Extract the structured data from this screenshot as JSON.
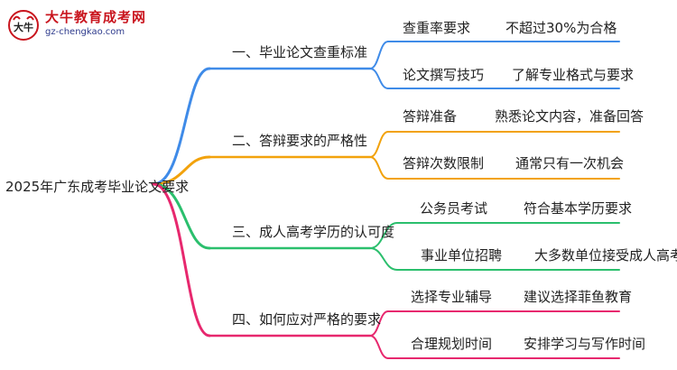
{
  "logo": {
    "name": "大牛教育成考网",
    "url": "gz-chengkao.com",
    "mark_text": "大牛"
  },
  "root": {
    "label": "2025年广东成考毕业论文要求"
  },
  "branches": [
    {
      "label": "一、毕业论文查重标准",
      "color": "#3f8be8",
      "children": [
        {
          "label": "查重率要求",
          "detail": "不超过30%为合格"
        },
        {
          "label": "论文撰写技巧",
          "detail": "了解专业格式与要求"
        }
      ]
    },
    {
      "label": "二、答辩要求的严格性",
      "color": "#f2a20c",
      "children": [
        {
          "label": "答辩准备",
          "detail": "熟悉论文内容，准备回答"
        },
        {
          "label": "答辩次数限制",
          "detail": "通常只有一次机会"
        }
      ]
    },
    {
      "label": "三、成人高考学历的认可度",
      "color": "#2bbf6d",
      "children": [
        {
          "label": "公务员考试",
          "detail": "符合基本学历要求"
        },
        {
          "label": "事业单位招聘",
          "detail": "大多数单位接受成人高考学历"
        }
      ]
    },
    {
      "label": "四、如何应对严格的要求",
      "color": "#e7286e",
      "children": [
        {
          "label": "选择专业辅导",
          "detail": "建议选择菲鱼教育"
        },
        {
          "label": "合理规划时间",
          "detail": "安排学习与写作时间"
        }
      ]
    }
  ]
}
